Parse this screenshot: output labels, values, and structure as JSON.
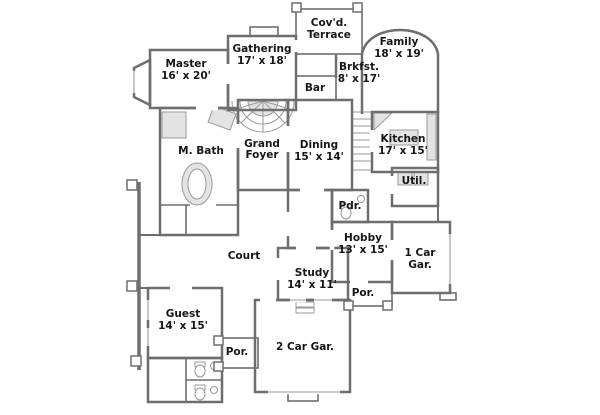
{
  "colors": {
    "walls": "#6e6e6e",
    "text": "#161616",
    "fixtures": "#e3e3e3",
    "background": "#ffffff"
  },
  "rooms": {
    "covd_terrace": {
      "line1": "Cov'd.",
      "line2": "Terrace"
    },
    "family": {
      "line1": "Family",
      "line2": "18' x 19'"
    },
    "gathering": {
      "line1": "Gathering",
      "line2": "17' x 18'"
    },
    "master": {
      "line1": "Master",
      "line2": "16' x 20'"
    },
    "brkfst": {
      "line1": "Brkfst.",
      "line2": "8' x 17'"
    },
    "bar": {
      "line1": "Bar"
    },
    "grand_foyer": {
      "line1": "Grand",
      "line2": "Foyer"
    },
    "dining": {
      "line1": "Dining",
      "line2": "15' x 14'"
    },
    "kitchen": {
      "line1": "Kitchen",
      "line2": "17' x 15'"
    },
    "m_bath": {
      "line1": "M. Bath"
    },
    "util": {
      "line1": "Util."
    },
    "pdr": {
      "line1": "Pdr."
    },
    "hobby": {
      "line1": "Hobby",
      "line2": "13' x 15'"
    },
    "one_car_garage": {
      "line1": "1 Car",
      "line2": "Gar."
    },
    "court": {
      "line1": "Court"
    },
    "study": {
      "line1": "Study",
      "line2": "14' x 11'"
    },
    "porch_right": {
      "line1": "Por."
    },
    "guest": {
      "line1": "Guest",
      "line2": "14' x 15'"
    },
    "porch_bottom": {
      "line1": "Por."
    },
    "two_car_garage": {
      "line1": "2 Car Gar."
    }
  }
}
